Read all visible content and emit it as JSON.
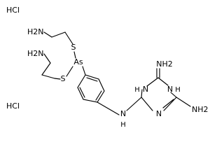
{
  "molecule": {
    "labels": {
      "hcl_top": "HCl",
      "hcl_bottom": "HCl",
      "nh2_upper": "H2N",
      "nh2_lower": "H2N",
      "s_upper": "S",
      "s_lower": "S",
      "as": "As",
      "nh_linker": "N",
      "nh_linker_h": "H",
      "triazine_nh_left": "N",
      "triazine_nh_left_h": "H",
      "triazine_nh_right": "N",
      "triazine_nh_right_h": "H",
      "triazine_n_bottom": "N",
      "amine_top": "NH2",
      "amine_right": "NH2"
    },
    "colors": {
      "bond": "#000000",
      "text": "#000000",
      "background": "#ffffff"
    }
  }
}
